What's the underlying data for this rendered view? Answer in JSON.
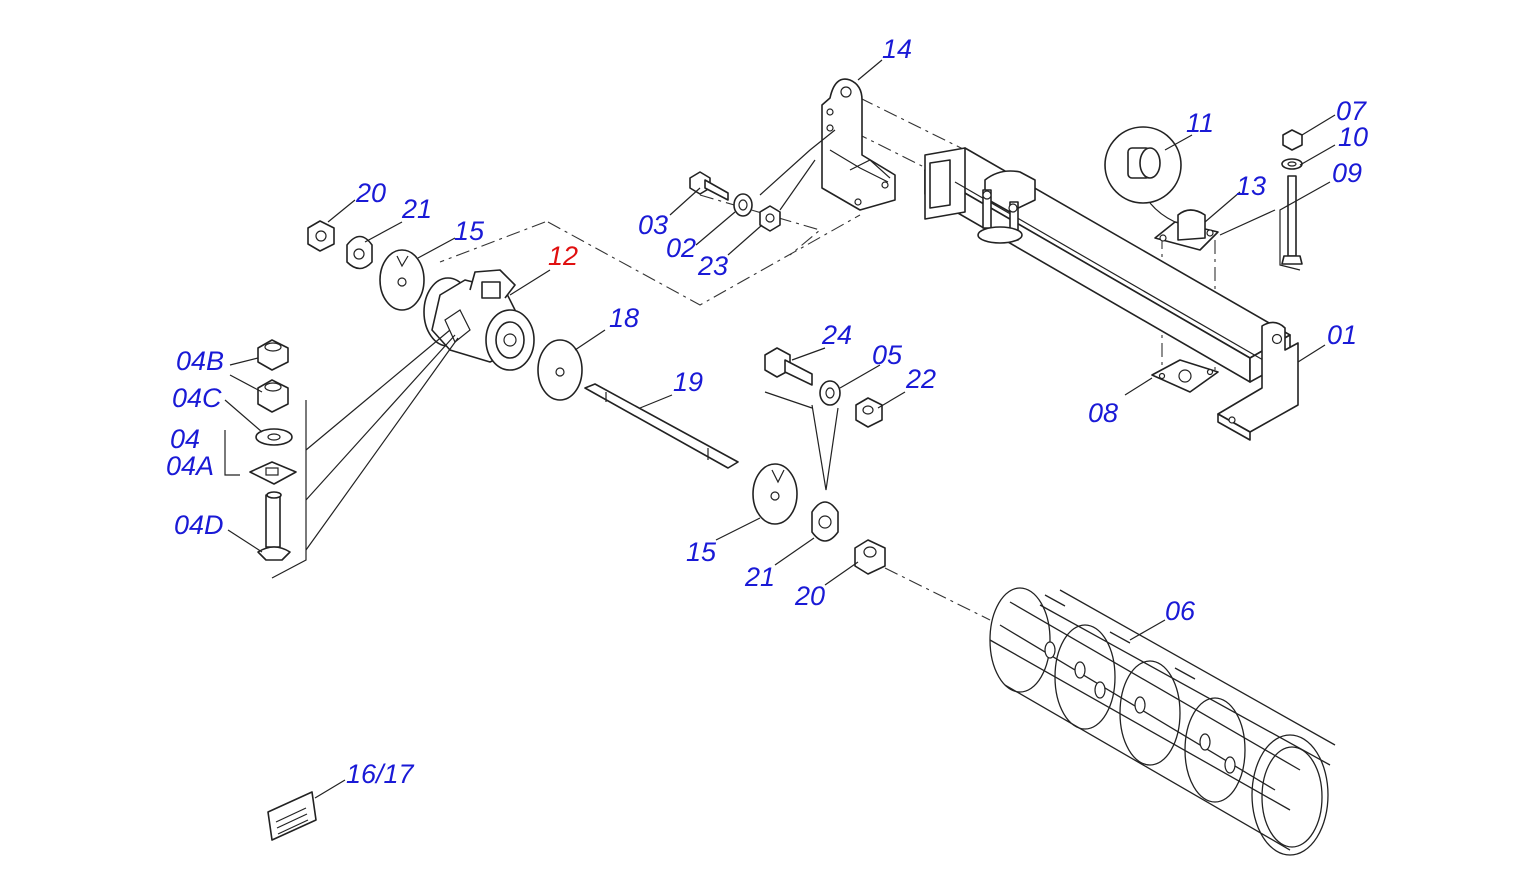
{
  "colors": {
    "label": "#1a1ad6",
    "highlight": "#e01010",
    "line": "#222222"
  },
  "callouts": [
    {
      "id": "14",
      "text": "14",
      "color": "label"
    },
    {
      "id": "11",
      "text": "11",
      "color": "label"
    },
    {
      "id": "07",
      "text": "07",
      "color": "label"
    },
    {
      "id": "10",
      "text": "10",
      "color": "label"
    },
    {
      "id": "09",
      "text": "09",
      "color": "label"
    },
    {
      "id": "13",
      "text": "13",
      "color": "label"
    },
    {
      "id": "20a",
      "text": "20",
      "color": "label"
    },
    {
      "id": "21a",
      "text": "21",
      "color": "label"
    },
    {
      "id": "15a",
      "text": "15",
      "color": "label"
    },
    {
      "id": "12",
      "text": "12",
      "color": "highlight"
    },
    {
      "id": "03",
      "text": "03",
      "color": "label"
    },
    {
      "id": "02",
      "text": "02",
      "color": "label"
    },
    {
      "id": "23",
      "text": "23",
      "color": "label"
    },
    {
      "id": "18",
      "text": "18",
      "color": "label"
    },
    {
      "id": "01",
      "text": "01",
      "color": "label"
    },
    {
      "id": "04B",
      "text": "04B",
      "color": "label"
    },
    {
      "id": "04C",
      "text": "04C",
      "color": "label"
    },
    {
      "id": "04",
      "text": "04",
      "color": "label"
    },
    {
      "id": "04A",
      "text": "04A",
      "color": "label"
    },
    {
      "id": "04D",
      "text": "04D",
      "color": "label"
    },
    {
      "id": "24",
      "text": "24",
      "color": "label"
    },
    {
      "id": "05",
      "text": "05",
      "color": "label"
    },
    {
      "id": "22",
      "text": "22",
      "color": "label"
    },
    {
      "id": "19",
      "text": "19",
      "color": "label"
    },
    {
      "id": "08",
      "text": "08",
      "color": "label"
    },
    {
      "id": "15b",
      "text": "15",
      "color": "label"
    },
    {
      "id": "21b",
      "text": "21",
      "color": "label"
    },
    {
      "id": "20b",
      "text": "20",
      "color": "label"
    },
    {
      "id": "06",
      "text": "06",
      "color": "label"
    },
    {
      "id": "1617",
      "text": "16/17",
      "color": "label"
    }
  ]
}
